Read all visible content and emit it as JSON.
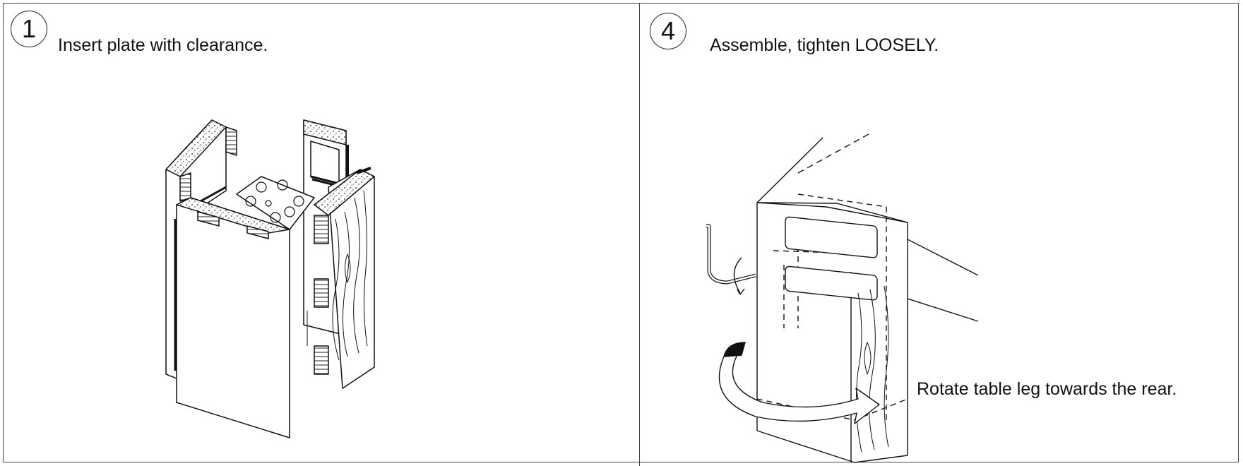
{
  "panels": [
    {
      "step": "1",
      "caption": "Insert plate with clearance."
    },
    {
      "step": "4",
      "caption": "Assemble, tighten LOOSELY.",
      "note": "Rotate table leg towards the rear."
    }
  ]
}
